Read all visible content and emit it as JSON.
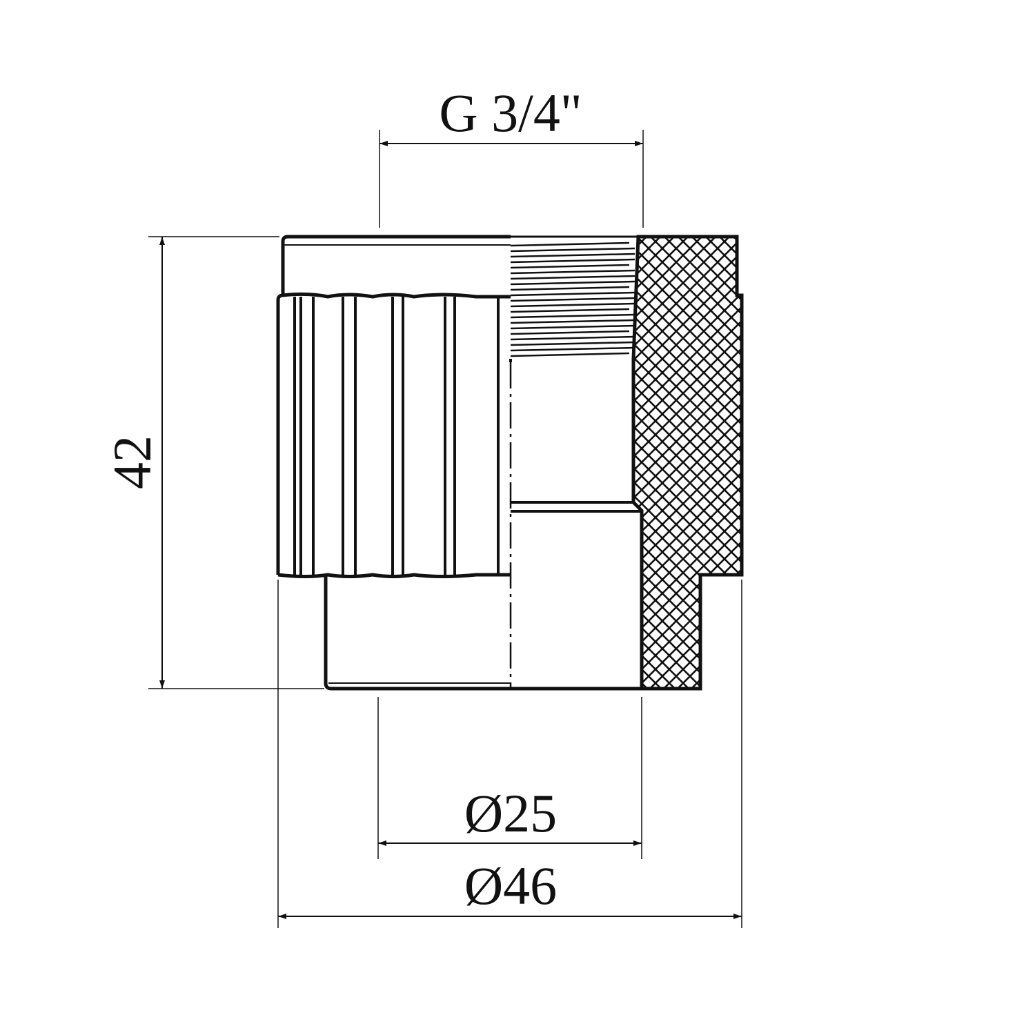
{
  "dimensions": {
    "thread": "G 3/4\"",
    "height": "42",
    "inner_diameter": "Ø25",
    "outer_diameter": "Ø46"
  },
  "colors": {
    "line": "#111111",
    "background": "#ffffff"
  }
}
